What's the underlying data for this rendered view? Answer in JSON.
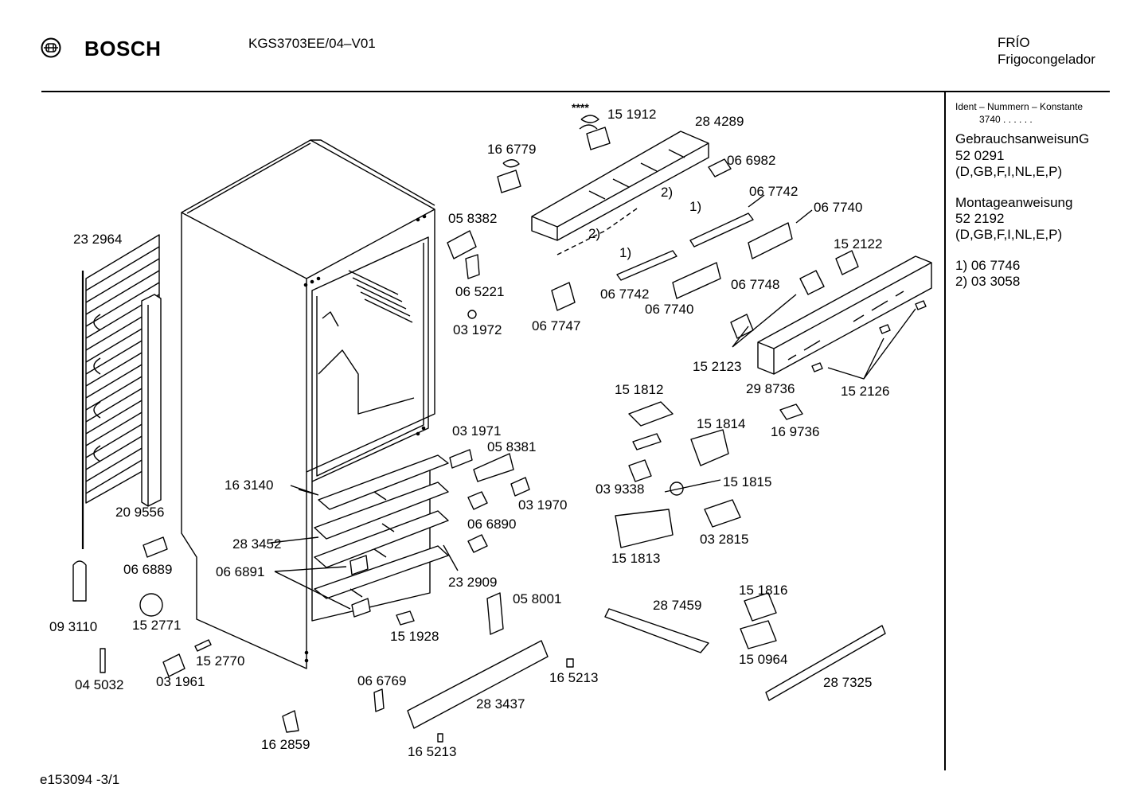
{
  "header": {
    "brand": "BOSCH",
    "model": "KGS3703EE/04–V01",
    "category": "FRÍO",
    "subcategory": "Frigocongelador",
    "logo_icon": "bosch-armature-logo"
  },
  "sidebar": {
    "ident_label": "Ident – Nummern – Konstante",
    "ident_value": "3740   .   .   .   .   .   .",
    "manual_title": "GebrauchsanweisunG",
    "manual_number": "52 0291",
    "manual_langs": "(D,GB,F,I,NL,E,P)",
    "mount_title": "Montageanweisung",
    "mount_number": "52 2192",
    "mount_langs": "(D,GB,F,I,NL,E,P)",
    "note_1": "1)  06 7746",
    "note_2": "2)  03 3058"
  },
  "footer": {
    "code": "e153094   -3/1"
  },
  "diagram": {
    "labels": [
      "****",
      "15 1912",
      "28 4289",
      "16 6779",
      "06 6982",
      "06 7742",
      "06 7740",
      "1)",
      "2)",
      "2)",
      "1)",
      "05 8382",
      "23 2964",
      "06 5221",
      "03 1972",
      "06 7747",
      "06 7742",
      "06 7740",
      "06 7748",
      "15 2122",
      "15 2123",
      "29 8736",
      "15 2126",
      "15 1812",
      "16 9736",
      "15 1814",
      "03 1971",
      "05 8381",
      "16 3140",
      "20 9556",
      "03 9338",
      "15 1815",
      "03 1970",
      "06 6890",
      "28 3452",
      "03 2815",
      "06 6889",
      "06 6891",
      "23 2909",
      "15 1813",
      "05 8001",
      "15 1816",
      "28 7459",
      "09 3110",
      "15 2771",
      "15 1928",
      "15 2770",
      "15 0964",
      "06 6769",
      "16 5213",
      "04 5032",
      "03 1961",
      "28 3437",
      "28 7325",
      "16 2859",
      "16 5213"
    ]
  },
  "colors": {
    "ink": "#000000",
    "paper": "#ffffff"
  }
}
